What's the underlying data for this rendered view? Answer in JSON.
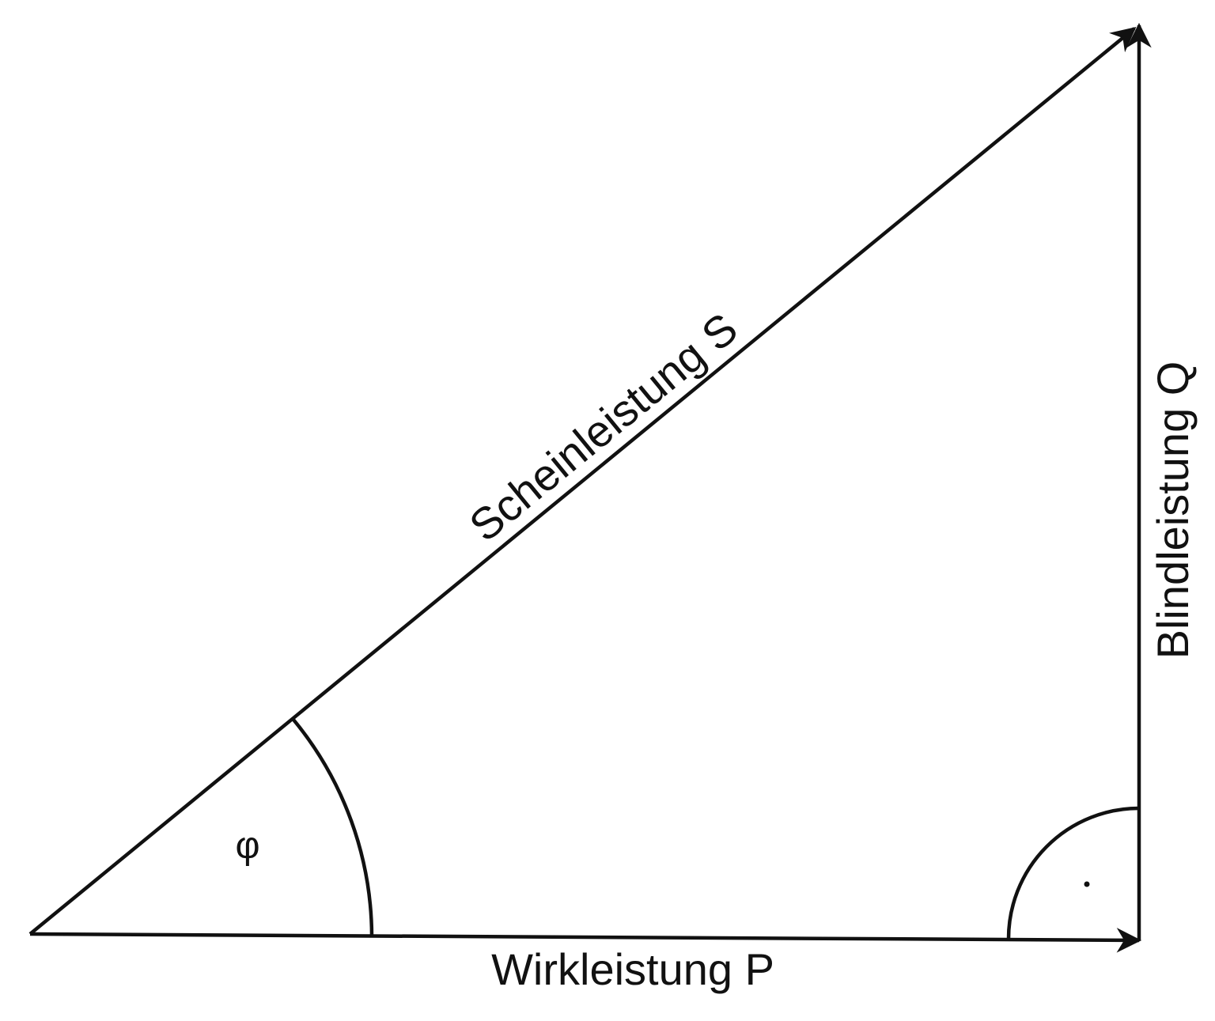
{
  "diagram": {
    "labels": {
      "hypotenuse": "Scheinleistung S",
      "vertical": "Blindleistung Q",
      "horizontal": "Wirkleistung P",
      "angle": "φ"
    },
    "colors": {
      "stroke": "#111111",
      "background": "#ffffff"
    }
  }
}
